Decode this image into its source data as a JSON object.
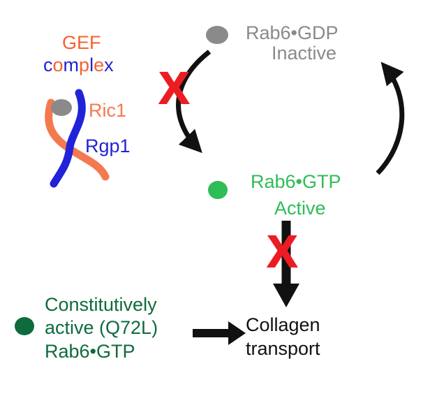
{
  "colors": {
    "orange": "#f4632e",
    "salmon": "#f4794f",
    "blue": "#2222d8",
    "gray": "#8a8a8a",
    "green": "#2ebd56",
    "dark_green": "#0e6b3d",
    "red": "#ec1c24",
    "black": "#111111"
  },
  "gef": {
    "line1": "GEF",
    "line2_letters": [
      {
        "ch": "c",
        "style": "color:#2222d8"
      },
      {
        "ch": "o",
        "style": "color:#f4632e"
      },
      {
        "ch": "m",
        "style": "color:#2222d8"
      },
      {
        "ch": "p",
        "style": "color:#f4632e"
      },
      {
        "ch": "l",
        "style": "color:#2222d8"
      },
      {
        "ch": "e",
        "style": "color:#f4632e"
      },
      {
        "ch": "x",
        "style": "color:#2222d8"
      }
    ],
    "ric1": "Ric1",
    "rgp1": "Rgp1"
  },
  "rab6_gdp": {
    "name": "Rab6•GDP",
    "state": "Inactive"
  },
  "rab6_gtp": {
    "name": "Rab6•GTP",
    "state": "Active"
  },
  "constitutive": {
    "line1": "Constitutively",
    "line2": "active (Q72L)",
    "line3": "Rab6•GTP"
  },
  "collagen": {
    "line1": "Collagen",
    "line2": "transport"
  },
  "blocked_marker": "X"
}
